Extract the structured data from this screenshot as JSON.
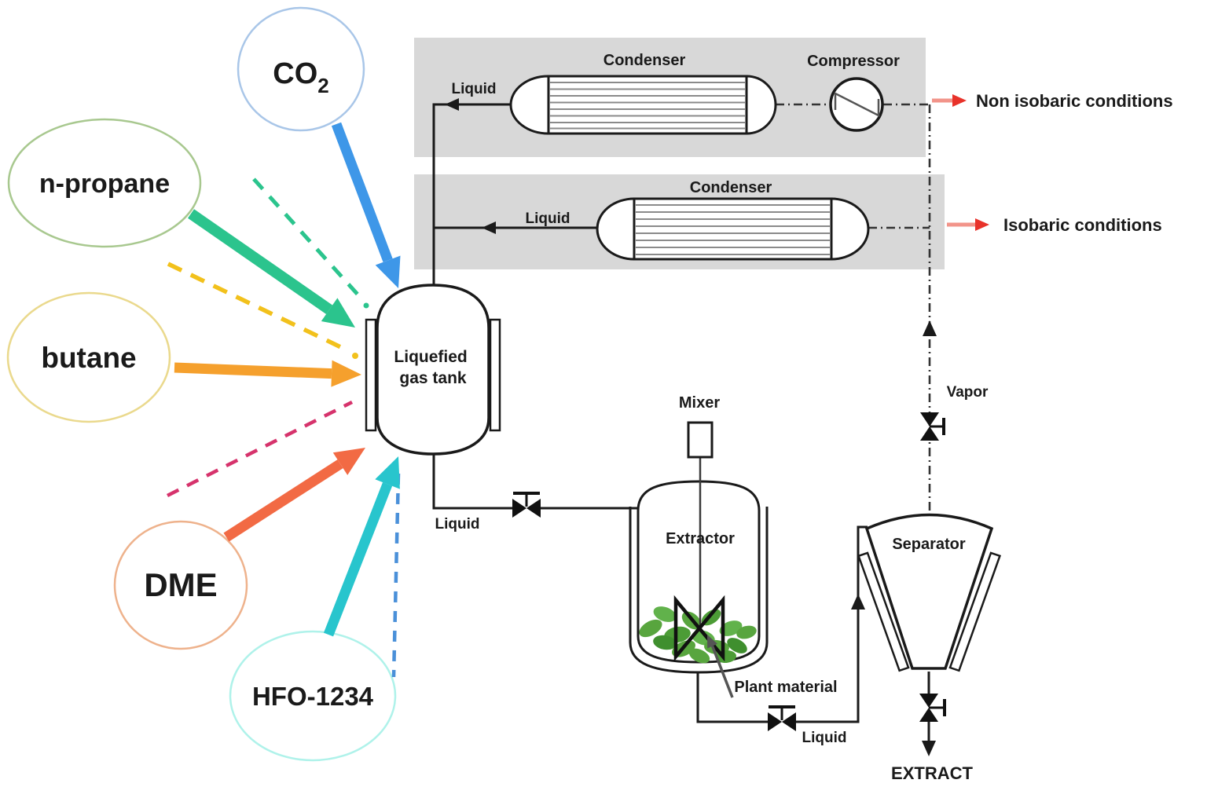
{
  "equipment": {
    "condenser_top": "Condenser",
    "compressor": "Compressor",
    "condenser_bottom": "Condenser",
    "tank_line1": "Liquefied",
    "tank_line2": "gas tank",
    "mixer": "Mixer",
    "extractor": "Extractor",
    "separator": "Separator"
  },
  "streams": {
    "liquid_condenser_top": "Liquid",
    "liquid_condenser_bottom": "Liquid",
    "liquid_tank_outlet": "Liquid",
    "liquid_extractor_outlet": "Liquid",
    "vapor": "Vapor",
    "plant_material": "Plant material",
    "extract": "EXTRACT"
  },
  "conditions": [
    {
      "label": "Non isobaric conditions",
      "arrow_color": "#e8322a",
      "shaft_color": "#f2948a"
    },
    {
      "label": "Isobaric conditions",
      "arrow_color": "#e8322a",
      "shaft_color": "#f2948a"
    }
  ],
  "solvents": [
    {
      "id": "co2",
      "label_main": "CO",
      "label_sub": "2",
      "text_color": "#4b90d5",
      "ellipse_color": "#a9c6e8",
      "arrow_color": "#3e97e8",
      "connection": "solid-arrow"
    },
    {
      "id": "n-propane",
      "label": "n-propane",
      "text_color": "#6aaa50",
      "ellipse_color": "#a8c88f",
      "arrow_color": "#2bc48d",
      "connection": "solid-arrow"
    },
    {
      "id": "butane",
      "label": "butane",
      "text_color": "#f0ad1f",
      "ellipse_color": "#ead98d",
      "arrow_color": "#f5a02d",
      "connection": "solid-arrow"
    },
    {
      "id": "dme",
      "label": "DME",
      "text_color": "#e87a28",
      "ellipse_color": "#eeb28c",
      "arrow_color": "#f26a44",
      "connection": "solid-arrow"
    },
    {
      "id": "hfo-1234",
      "label": "HFO-1234",
      "text_color": "#5fe8dc",
      "ellipse_color": "#aff2ea",
      "arrow_color": "#28c5cd",
      "connection": "solid-arrow"
    }
  ],
  "dashed_lines": [
    {
      "id": "n-propane-dashed",
      "color": "#2bc48d"
    },
    {
      "id": "butane-dashed",
      "color": "#f2c11c"
    },
    {
      "id": "dme-dashed",
      "color": "#d6336c"
    },
    {
      "id": "hfo-dashed",
      "color": "#4a90d9"
    }
  ],
  "colors": {
    "band_bg": "#d8d8d8",
    "line": "#1a1a1a",
    "condenser_tube": "#8a8a8a",
    "annotation_arrow": "#555555"
  }
}
